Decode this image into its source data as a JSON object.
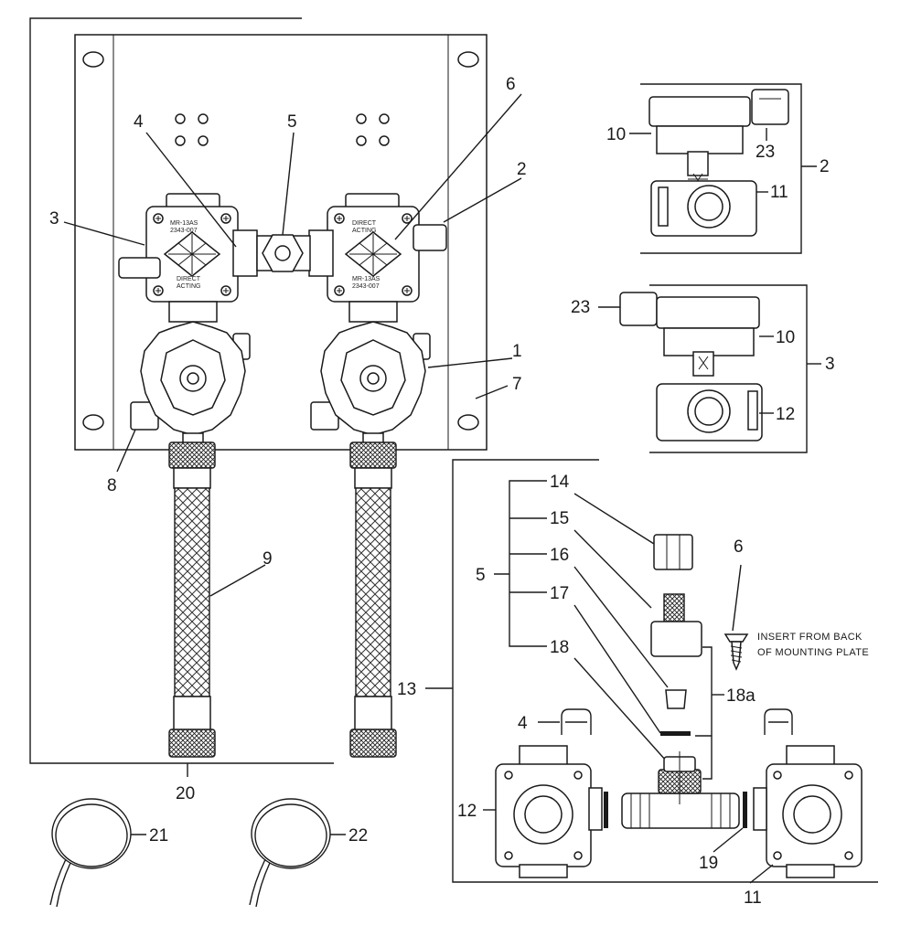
{
  "callouts": {
    "c1": "1",
    "c2": "2",
    "c3": "3",
    "c4": "4",
    "c5": "5",
    "c6": "6",
    "c7": "7",
    "c8": "8",
    "c9": "9",
    "c20": "20",
    "c21": "21",
    "c22": "22",
    "d1_10": "10",
    "d1_23": "23",
    "d1_2": "2",
    "d1_11": "11",
    "d2_23": "23",
    "d2_10": "10",
    "d2_3": "3",
    "d2_12": "12",
    "d3_14": "14",
    "d3_15": "15",
    "d3_5": "5",
    "d3_16": "16",
    "d3_17": "17",
    "d3_18": "18",
    "d3_6": "6",
    "d3_18a": "18a",
    "d3_13": "13",
    "d3_4": "4",
    "d3_12": "12",
    "d3_19": "19",
    "d3_11": "11"
  },
  "note": {
    "line1": "INSERT FROM BACK",
    "line2": "OF MOUNTING PLATE"
  },
  "valve_text": {
    "model_top": "MR-13AS",
    "model_bottom": "2343-007",
    "direct": "DIRECT",
    "acting": "ACTING"
  }
}
